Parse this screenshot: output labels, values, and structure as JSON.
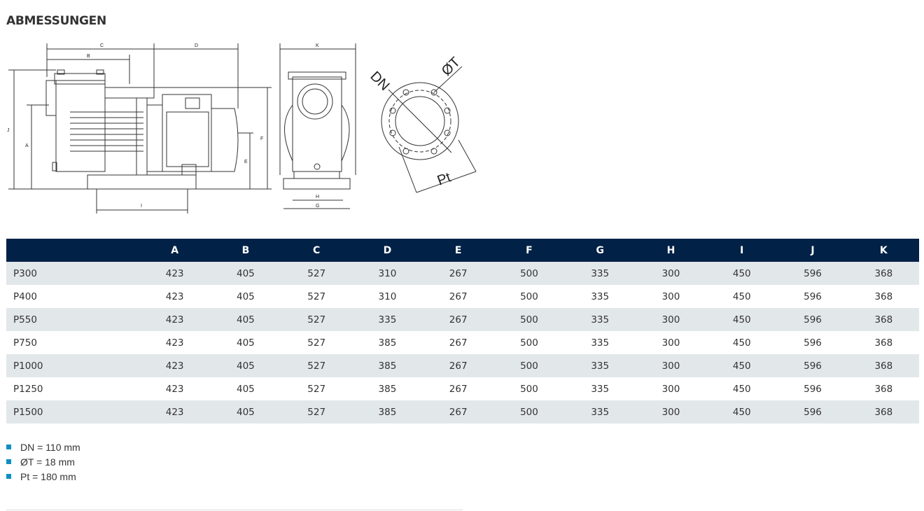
{
  "title": "ABMESSUNGEN",
  "drawing": {
    "labels": {
      "C": "C",
      "B": "B",
      "D": "D",
      "K": "K",
      "J": "J",
      "A": "A",
      "F": "F",
      "E": "E",
      "I": "I",
      "H": "H",
      "G": "G",
      "DN": "DN",
      "OT": "ØT",
      "Pt": "Pt"
    }
  },
  "table": {
    "headers": [
      "",
      "A",
      "B",
      "C",
      "D",
      "E",
      "F",
      "G",
      "H",
      "I",
      "J",
      "K"
    ],
    "rows": [
      [
        "P300",
        "423",
        "405",
        "527",
        "310",
        "267",
        "500",
        "335",
        "300",
        "450",
        "596",
        "368"
      ],
      [
        "P400",
        "423",
        "405",
        "527",
        "310",
        "267",
        "500",
        "335",
        "300",
        "450",
        "596",
        "368"
      ],
      [
        "P550",
        "423",
        "405",
        "527",
        "335",
        "267",
        "500",
        "335",
        "300",
        "450",
        "596",
        "368"
      ],
      [
        "P750",
        "423",
        "405",
        "527",
        "385",
        "267",
        "500",
        "335",
        "300",
        "450",
        "596",
        "368"
      ],
      [
        "P1000",
        "423",
        "405",
        "527",
        "385",
        "267",
        "500",
        "335",
        "300",
        "450",
        "596",
        "368"
      ],
      [
        "P1250",
        "423",
        "405",
        "527",
        "385",
        "267",
        "500",
        "335",
        "300",
        "450",
        "596",
        "368"
      ],
      [
        "P1500",
        "423",
        "405",
        "527",
        "385",
        "267",
        "500",
        "335",
        "300",
        "450",
        "596",
        "368"
      ]
    ]
  },
  "notes": [
    "DN = 110 mm",
    "ØT = 18 mm",
    "Pt = 180 mm"
  ],
  "colors": {
    "header_bg": "#012147",
    "row_alt": "#e2e7ea",
    "bullet": "#0f8fc0"
  }
}
